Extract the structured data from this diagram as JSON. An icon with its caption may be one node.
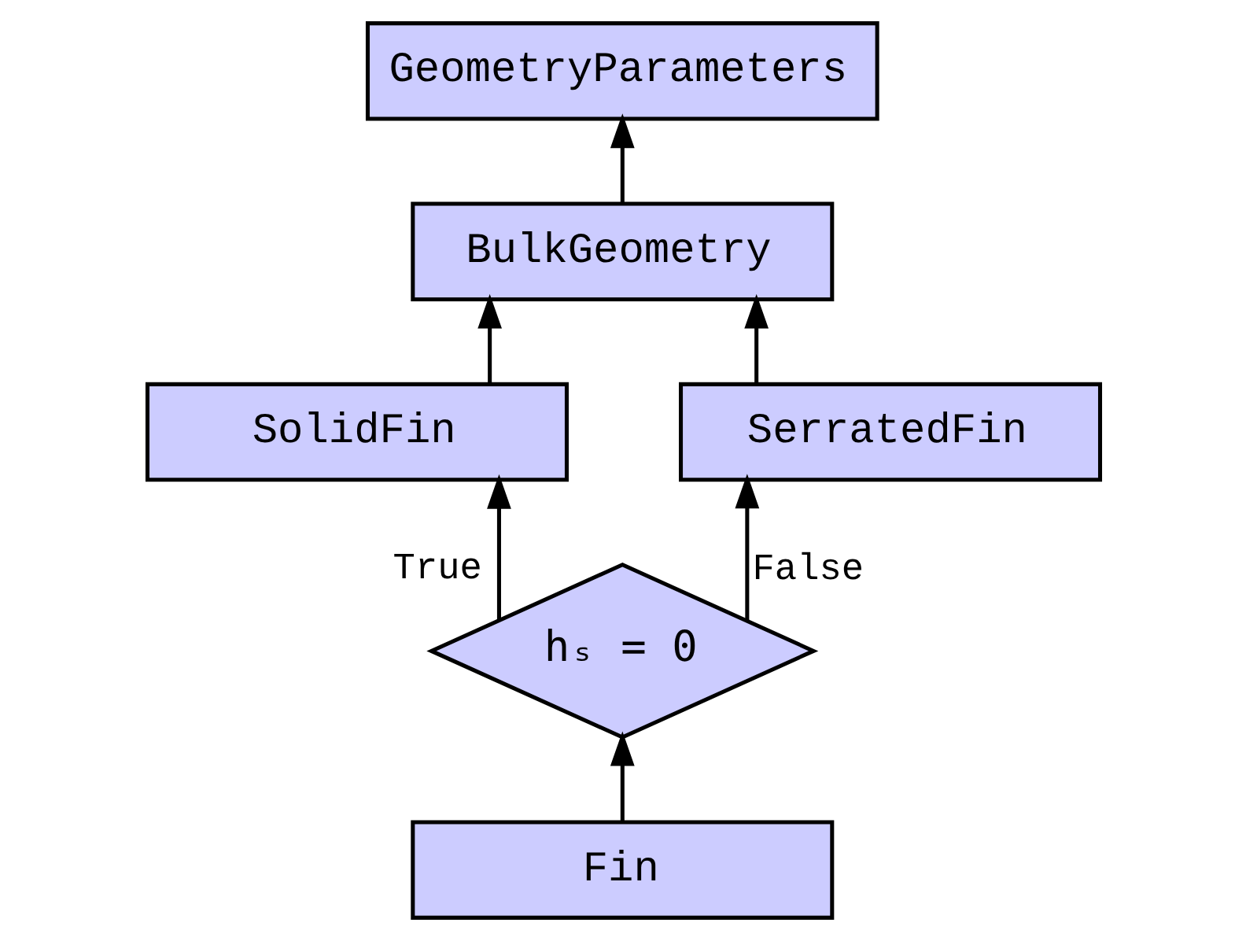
{
  "diagram": {
    "nodes": [
      {
        "text": [
          "GeometryParameters"
        ]
      },
      {
        "text": [
          "BulkGeometry"
        ]
      },
      {
        "text": [
          "SolidFin"
        ]
      },
      {
        "text": [
          "SerratedFin"
        ]
      },
      {
        "text": [
          "hₛ = 0"
        ]
      },
      {
        "text": [
          "Fin"
        ]
      }
    ],
    "edges": [
      {
        "from": 5,
        "to": 4,
        "arrow": "to"
      },
      {
        "from": 4,
        "to": 2,
        "arrow": "to",
        "label": "True"
      },
      {
        "from": 4,
        "to": 3,
        "arrow": "to",
        "label": "False"
      },
      {
        "from": 2,
        "to": 1,
        "arrow": "to"
      },
      {
        "from": 3,
        "to": 1,
        "arrow": "to"
      },
      {
        "from": 1,
        "to": 0,
        "arrow": "to"
      }
    ]
  }
}
